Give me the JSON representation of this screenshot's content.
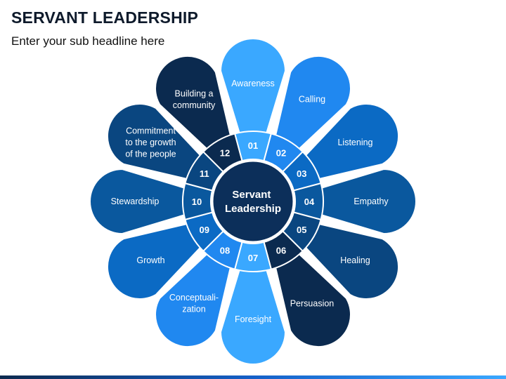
{
  "header": {
    "title": "SERVANT LEADERSHIP",
    "subtitle": "Enter your sub headline here"
  },
  "center": {
    "lines": [
      "Servant",
      "Leadership"
    ]
  },
  "petals": [
    {
      "number": "01",
      "lines": [
        "Awareness"
      ],
      "color": "#3aa8ff"
    },
    {
      "number": "02",
      "lines": [
        "Calling"
      ],
      "color": "#2088f0"
    },
    {
      "number": "03",
      "lines": [
        "Listening"
      ],
      "color": "#0b6ac4"
    },
    {
      "number": "04",
      "lines": [
        "Empathy"
      ],
      "color": "#0a589e"
    },
    {
      "number": "05",
      "lines": [
        "Healing"
      ],
      "color": "#0a4680"
    },
    {
      "number": "06",
      "lines": [
        "Persuasion"
      ],
      "color": "#0b2a4f"
    },
    {
      "number": "07",
      "lines": [
        "Foresight"
      ],
      "color": "#3aa8ff"
    },
    {
      "number": "08",
      "lines": [
        "Conceptuali-",
        "zation"
      ],
      "color": "#2088f0"
    },
    {
      "number": "09",
      "lines": [
        "Growth"
      ],
      "color": "#0b6ac4"
    },
    {
      "number": "10",
      "lines": [
        "Stewardship"
      ],
      "color": "#0a589e"
    },
    {
      "number": "11",
      "lines": [
        "Commitment",
        "to the growth",
        "of the people"
      ],
      "color": "#0a4680"
    },
    {
      "number": "12",
      "lines": [
        "Building a",
        "community"
      ],
      "color": "#0b2a4f"
    }
  ]
}
